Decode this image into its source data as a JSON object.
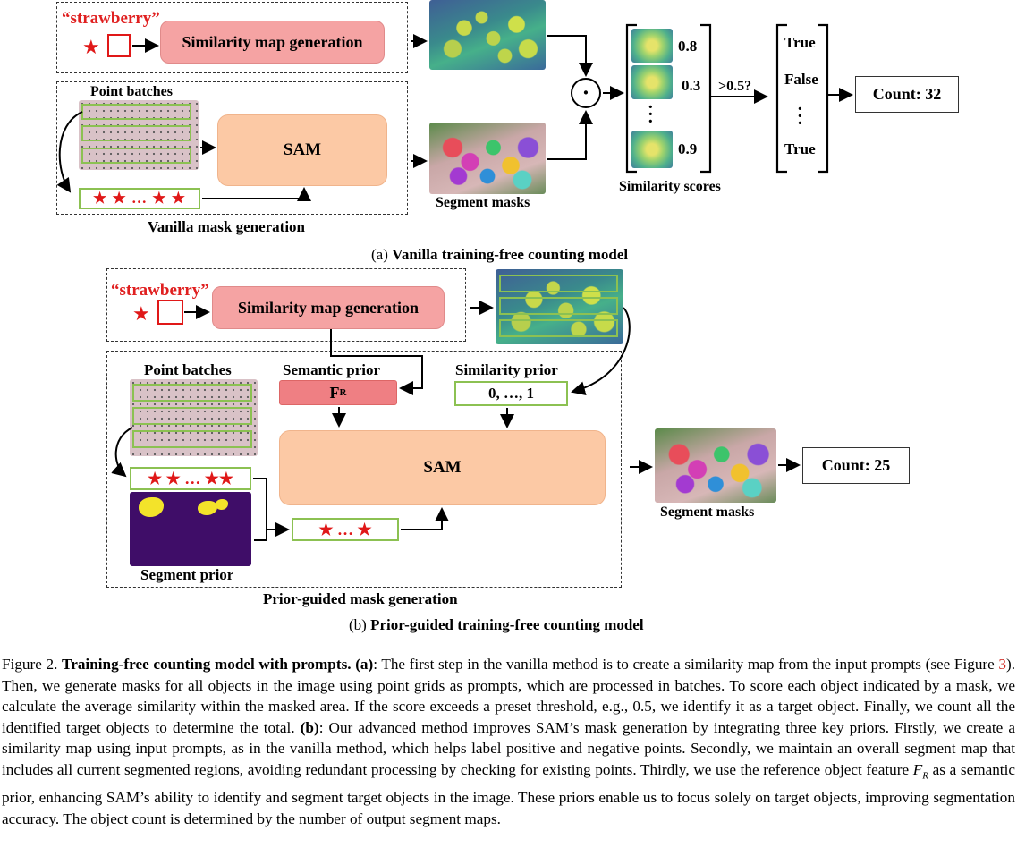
{
  "panel_a": {
    "prompt_word": "“strawberry”",
    "similarity_map_label": "Similarity map generation",
    "point_batches_label": "Point batches",
    "sam_label": "SAM",
    "vanilla_label": "Vanilla mask generation",
    "segment_masks_label": "Segment masks",
    "dot_symbol": "·",
    "scores": [
      "0.8",
      "0.3",
      "0.9"
    ],
    "similarity_scores_label": "Similarity scores",
    "threshold_label": ">0.5?",
    "decisions": [
      "True",
      "False",
      "True"
    ],
    "count_label": "Count: 32",
    "stars_row": "★ ★ … ★ ★",
    "caption_prefix": "(a)",
    "caption_title": "Vanilla training-free counting model"
  },
  "panel_b": {
    "prompt_word": "“strawberry”",
    "similarity_map_label": "Similarity map generation",
    "point_batches_label": "Point batches",
    "semantic_prior_label": "Semantic prior",
    "similarity_prior_label": "Similarity prior",
    "fr_label": "F",
    "fr_sub": "R",
    "similarity_prior_value": "0, …, 1",
    "sam_label": "SAM",
    "stars_row": "★ ★ … ★★",
    "stars_row_2": "★ … ★",
    "segment_prior_label": "Segment prior",
    "prior_guided_label": "Prior-guided mask generation",
    "segment_masks_label": "Segment masks",
    "count_label": "Count: 25",
    "caption_prefix": "(b)",
    "caption_title": "Prior-guided training-free counting model"
  },
  "figure_caption": {
    "label": "Figure 2.",
    "title": "Training-free counting model with prompts.",
    "a_marker": "(a)",
    "text_1": ": The first step in the vanilla method is to create a similarity map from the input prompts (see Figure ",
    "figure_ref": "3",
    "text_2": "). Then, we generate masks for all objects in the image using point grids as prompts, which are processed in batches. To score each object indicated by a mask, we calculate the average similarity within the masked area. If the score exceeds a preset threshold, e.g., 0.5, we identify it as a target object. Finally, we count all the identified target objects to determine the total. ",
    "b_marker": "(b)",
    "text_3": ": Our advanced method improves SAM’s mask generation by integrating three key priors. Firstly, we create a similarity map using input prompts, as in the vanilla method, which helps label positive and negative points. Secondly, we maintain an overall segment map that includes all current segmented regions, avoiding redundant processing by checking for existing points. Thirdly, we use the reference object feature ",
    "fr_inline": "F",
    "fr_inline_sub": "R",
    "text_4": " as a semantic prior, enhancing SAM’s ability to identify and segment target objects in the image. These priors enable us to focus solely on target objects, improving segmentation accuracy. The object count is determined by the number of output segment maps."
  },
  "colors": {
    "red_star": "#e01818",
    "pink_box": "#f5a3a3",
    "peach_box": "#fcc9a5",
    "green_border": "#8cc152"
  }
}
